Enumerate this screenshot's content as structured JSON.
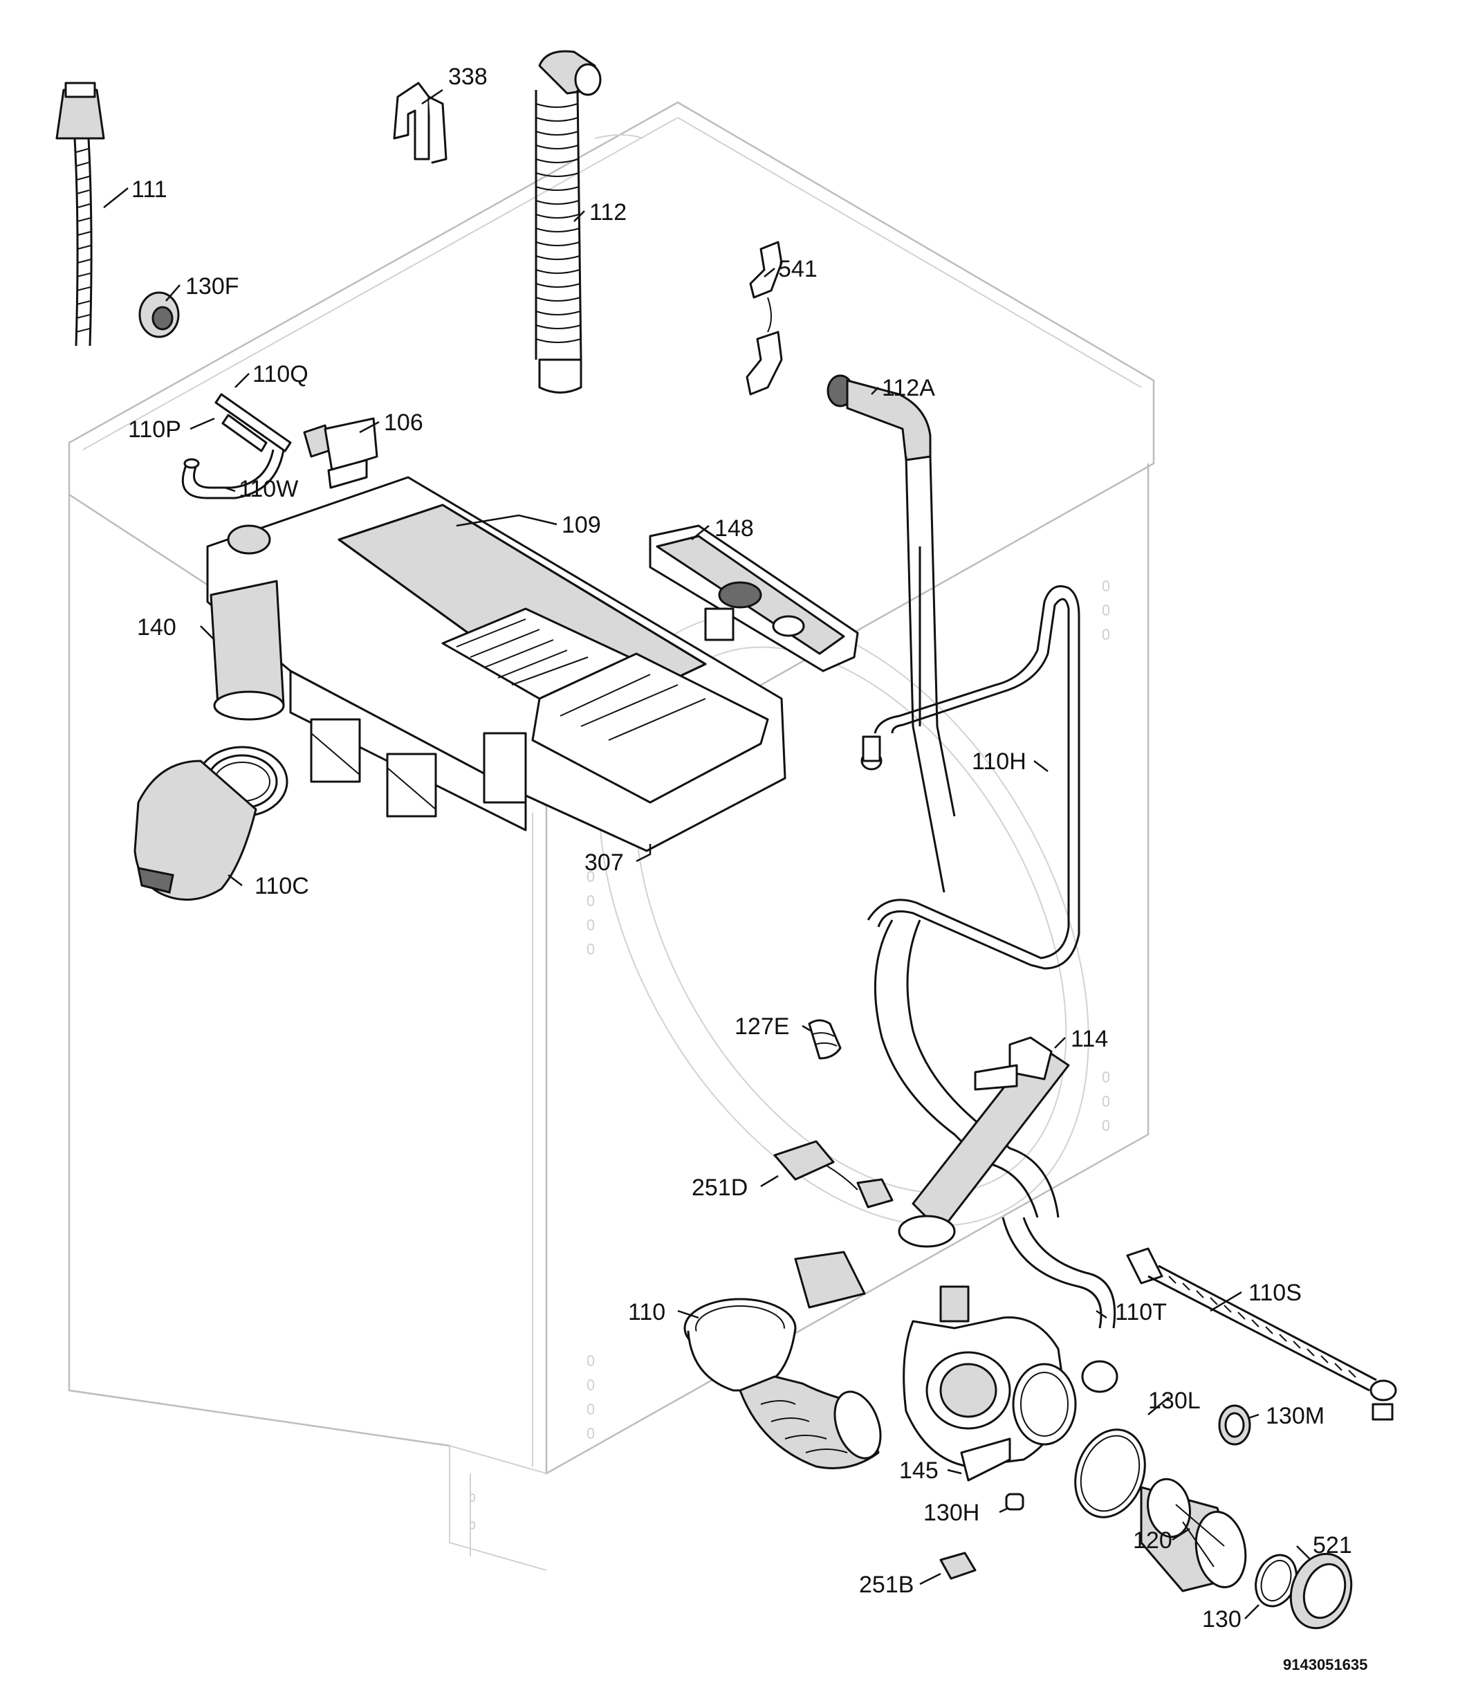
{
  "labels": {
    "p338": "338",
    "p111": "111",
    "p112": "112",
    "p130F": "130F",
    "p541": "541",
    "p110Q": "110Q",
    "p112A": "112A",
    "p110P": "110P",
    "p106": "106",
    "p110W": "110W",
    "p109": "109",
    "p148": "148",
    "p140": "140",
    "p110H": "110H",
    "p110C": "110C",
    "p307": "307",
    "p127E": "127E",
    "p114": "114",
    "p251D": "251D",
    "p110S": "110S",
    "p110": "110",
    "p110T": "110T",
    "p130L": "130L",
    "p130M": "130M",
    "p145": "145",
    "p130H": "130H",
    "p120": "120",
    "p521": "521",
    "p130": "130",
    "p251B": "251B"
  },
  "drawing_code": "9143051635"
}
